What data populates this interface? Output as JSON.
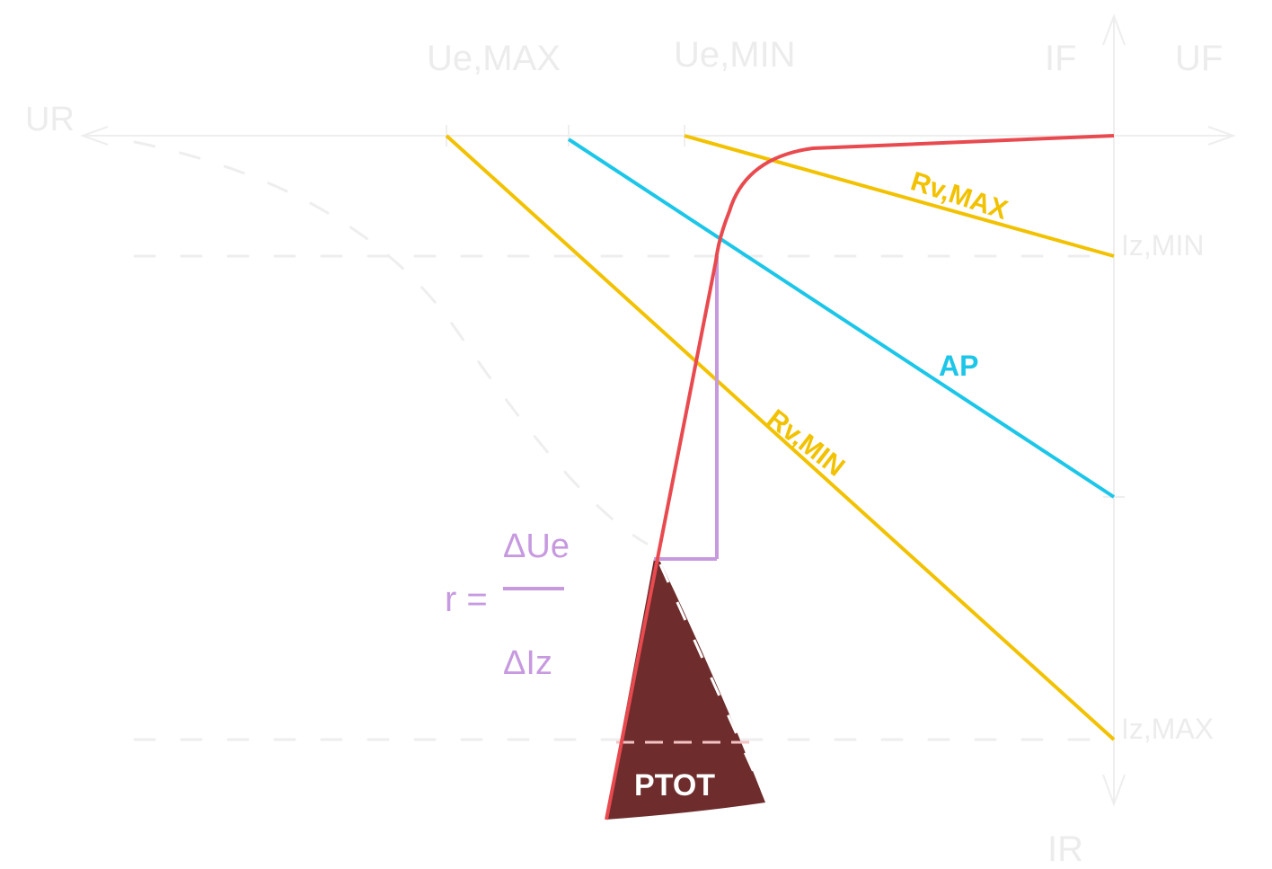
{
  "labels": {
    "ur": "UR",
    "uf": "UF",
    "if": "IF",
    "ir": "IR",
    "ue_max": "Ue,MAX",
    "ue_min": "Ue,MIN",
    "iz_min": "Iz,MIN",
    "iz_max": "Iz,MAX",
    "rv_max": "Rv,MAX",
    "rv_min": "Rv,MIN",
    "ap": "AP",
    "ptot": "PTOT",
    "r_symbol": "r =",
    "delta_ue": "ΔUe",
    "delta_iz": "ΔIz"
  },
  "colors": {
    "axis": "#eeeeee",
    "curve": "#e84a4f",
    "load_line": "#f2c200",
    "ap_line": "#1cc6e8",
    "slope": "#c79ae0",
    "ptot_fill": "#6e2c2c",
    "guide": "#eeeeee"
  }
}
